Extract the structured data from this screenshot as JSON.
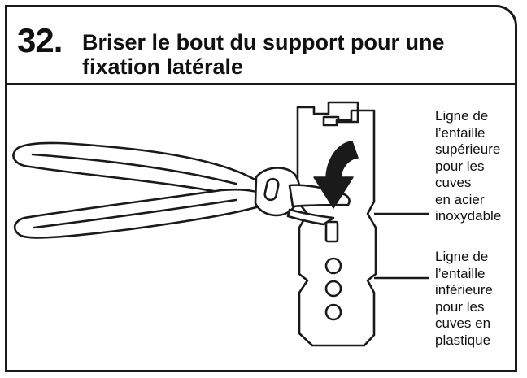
{
  "step": {
    "number": "32.",
    "title_lines": [
      "Briser le bout du support pour une",
      "fixation latérale"
    ]
  },
  "labels": {
    "upper": [
      "Ligne de",
      "l’entaille",
      "supérieure",
      "pour les",
      "cuves",
      "en acier",
      "inoxydable"
    ],
    "lower": [
      "Ligne de",
      "l’entaille",
      "inférieure",
      "pour les",
      "cuves en",
      "plastique"
    ]
  },
  "icons": {
    "tool": "pliers-icon",
    "part": "mounting-bracket-icon",
    "direction": "curved-arrow-icon"
  },
  "colors": {
    "ink": "#1a1a1a",
    "paper": "#ffffff"
  }
}
